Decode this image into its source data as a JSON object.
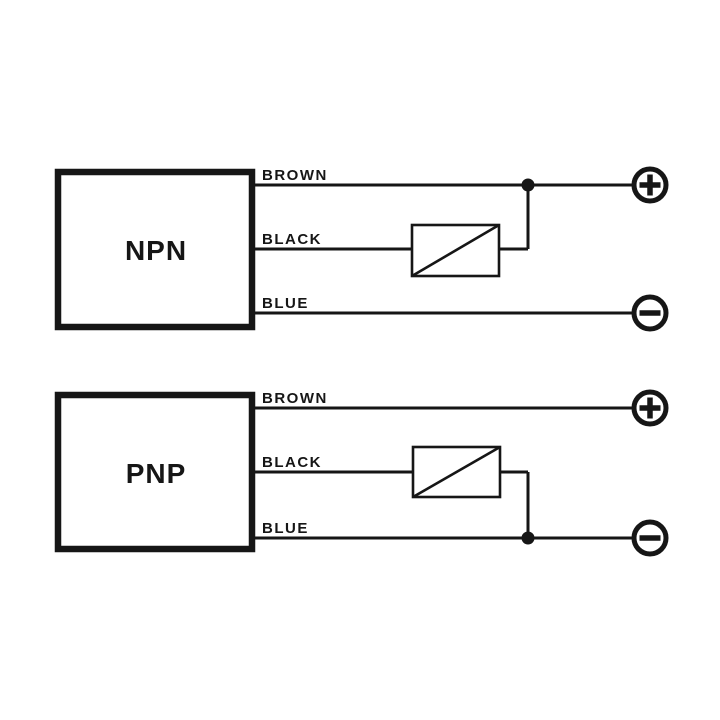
{
  "colors": {
    "line": "#161616",
    "background": "#ffffff"
  },
  "diagrams": [
    {
      "device_label": "NPN",
      "wires": [
        {
          "label": "BROWN",
          "terminal": "plus"
        },
        {
          "label": "BLACK",
          "connects_to": "load"
        },
        {
          "label": "BLUE",
          "terminal": "minus"
        }
      ],
      "load_symbol": "load-resistor",
      "junction": "black-wire-to-brown-wire"
    },
    {
      "device_label": "PNP",
      "wires": [
        {
          "label": "BROWN",
          "terminal": "plus"
        },
        {
          "label": "BLACK",
          "connects_to": "load"
        },
        {
          "label": "BLUE",
          "terminal": "minus"
        }
      ],
      "load_symbol": "load-resistor",
      "junction": "black-wire-to-blue-wire"
    }
  ]
}
